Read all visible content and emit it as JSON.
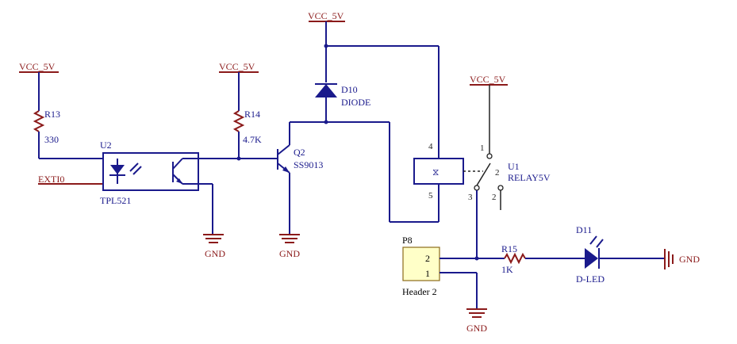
{
  "colors": {
    "wire": "#1a1a8c",
    "power": "#8b1a1a",
    "header_fill": "#ffffc8"
  },
  "power": {
    "vcc_r13": "VCC_5V",
    "vcc_r14": "VCC_5V",
    "vcc_top": "VCC_5V",
    "vcc_relay": "VCC_5V"
  },
  "ground": {
    "u2": "GND",
    "q2": "GND",
    "p8": "GND",
    "d11": "GND"
  },
  "nets": {
    "exti": "EXTI0"
  },
  "components": {
    "r13": {
      "ref": "R13",
      "value": "330"
    },
    "r14": {
      "ref": "R14",
      "value": "4.7K"
    },
    "r15": {
      "ref": "R15",
      "value": "1K"
    },
    "u2": {
      "ref": "U2",
      "value": "TPL521"
    },
    "q2": {
      "ref": "Q2",
      "value": "SS9013"
    },
    "d10": {
      "ref": "D10",
      "value": "DIODE"
    },
    "u1": {
      "ref": "U1",
      "value": "RELAY5V"
    },
    "d11": {
      "ref": "D11",
      "value": "D-LED"
    },
    "p8": {
      "ref": "P8",
      "value": "Header 2",
      "pins": [
        "2",
        "1"
      ]
    }
  },
  "pins": {
    "coil_top": "4",
    "coil_bot": "5",
    "sw1": "1",
    "sw2": "2",
    "sw2b": "2",
    "sw3": "3"
  },
  "icons": [
    "resistor-icon",
    "diode-icon",
    "led-icon",
    "transistor-icon",
    "optocoupler-icon",
    "relay-icon",
    "ground-icon"
  ]
}
